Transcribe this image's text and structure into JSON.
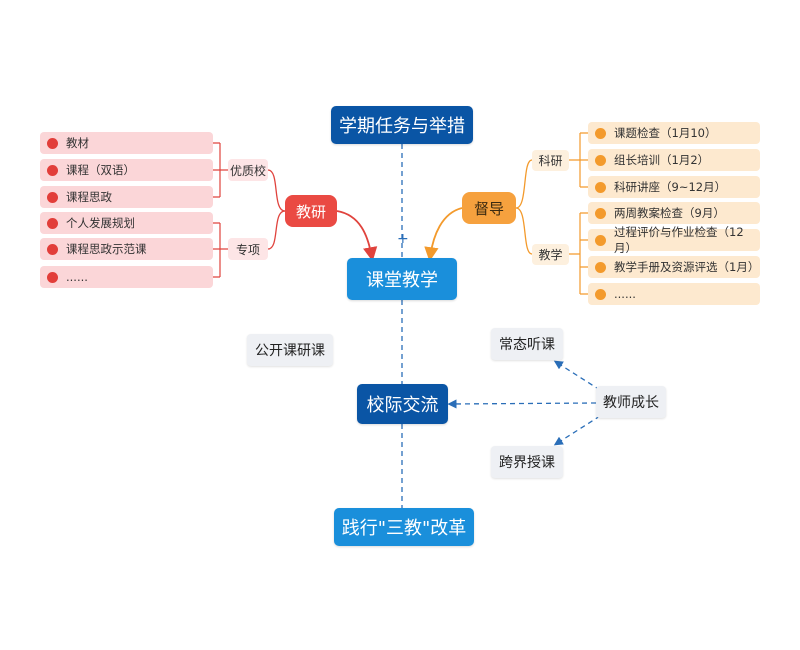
{
  "nodes": {
    "semester_tasks": "学期任务与举措",
    "classroom_teaching": "课堂教学",
    "school_exchange": "校际交流",
    "three_teach_reform": "践行\"三教\"改革",
    "teaching_research": "教研",
    "supervision": "督导",
    "public_lesson": "公开课研课",
    "teacher_growth": "教师成长",
    "regular_observation": "常态听课",
    "cross_border_teaching": "跨界授课",
    "plus_sign": "+"
  },
  "teaching_research": {
    "groups": [
      {
        "label": "优质校",
        "items": [
          "教材",
          "课程（双语）",
          "课程思政"
        ]
      },
      {
        "label": "专项",
        "items": [
          "个人发展规划",
          "课程思政示范课",
          "......"
        ]
      }
    ]
  },
  "supervision": {
    "groups": [
      {
        "label": "科研",
        "items": [
          "课题检查（1月10）",
          "组长培训（1月2）",
          "科研讲座（9~12月）"
        ]
      },
      {
        "label": "教学",
        "items": [
          "两周教案检查（9月）",
          "过程评价与作业检查（12月）",
          "教学手册及资源评选（1月）",
          "......"
        ]
      }
    ]
  },
  "colors": {
    "dark_blue": "#0a55a5",
    "light_blue": "#1a8fdb",
    "red": "#ea4a43",
    "orange": "#f6a13e",
    "connector_blue": "#2a6eb8"
  }
}
